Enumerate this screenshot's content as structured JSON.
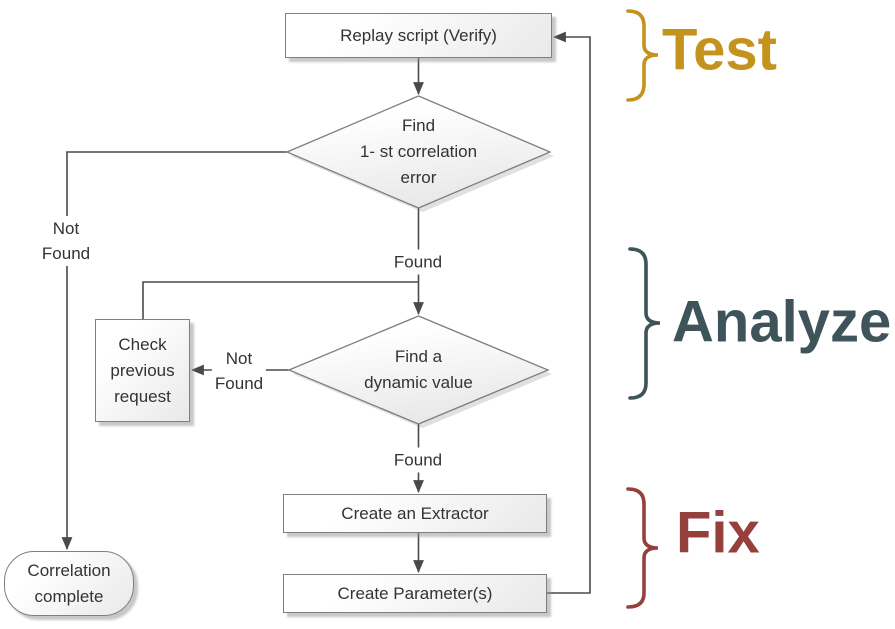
{
  "diagram": {
    "type": "flowchart",
    "nodes": {
      "replay_script": {
        "label": "Replay script (Verify)"
      },
      "find_correlation_error": {
        "label": "Find\n1- st correlation\nerror"
      },
      "check_previous_request": {
        "label": "Check\nprevious\nrequest"
      },
      "find_dynamic_value": {
        "label": "Find a\ndynamic value"
      },
      "create_extractor": {
        "label": "Create an Extractor"
      },
      "create_parameters": {
        "label": "Create Parameter(s)"
      },
      "correlation_complete": {
        "label": "Correlation\ncomplete"
      }
    },
    "edge_labels": {
      "found_after_error": "Found",
      "found_after_value": "Found",
      "not_found_to_complete": "Not\nFound",
      "not_found_to_check": "Not\nFound"
    },
    "phases": {
      "test": {
        "label": "Test",
        "color": "#C6921E"
      },
      "analyze": {
        "label": "Analyze",
        "color": "#3E545A"
      },
      "fix": {
        "label": "Fix",
        "color": "#96403D"
      }
    },
    "style": {
      "connector_color": "#4a4a4a",
      "shape_border_color": "#7f7f7f",
      "shape_fill_top": "#ffffff",
      "shape_fill_bottom": "#e9e9e9",
      "text_color": "#333333"
    }
  }
}
